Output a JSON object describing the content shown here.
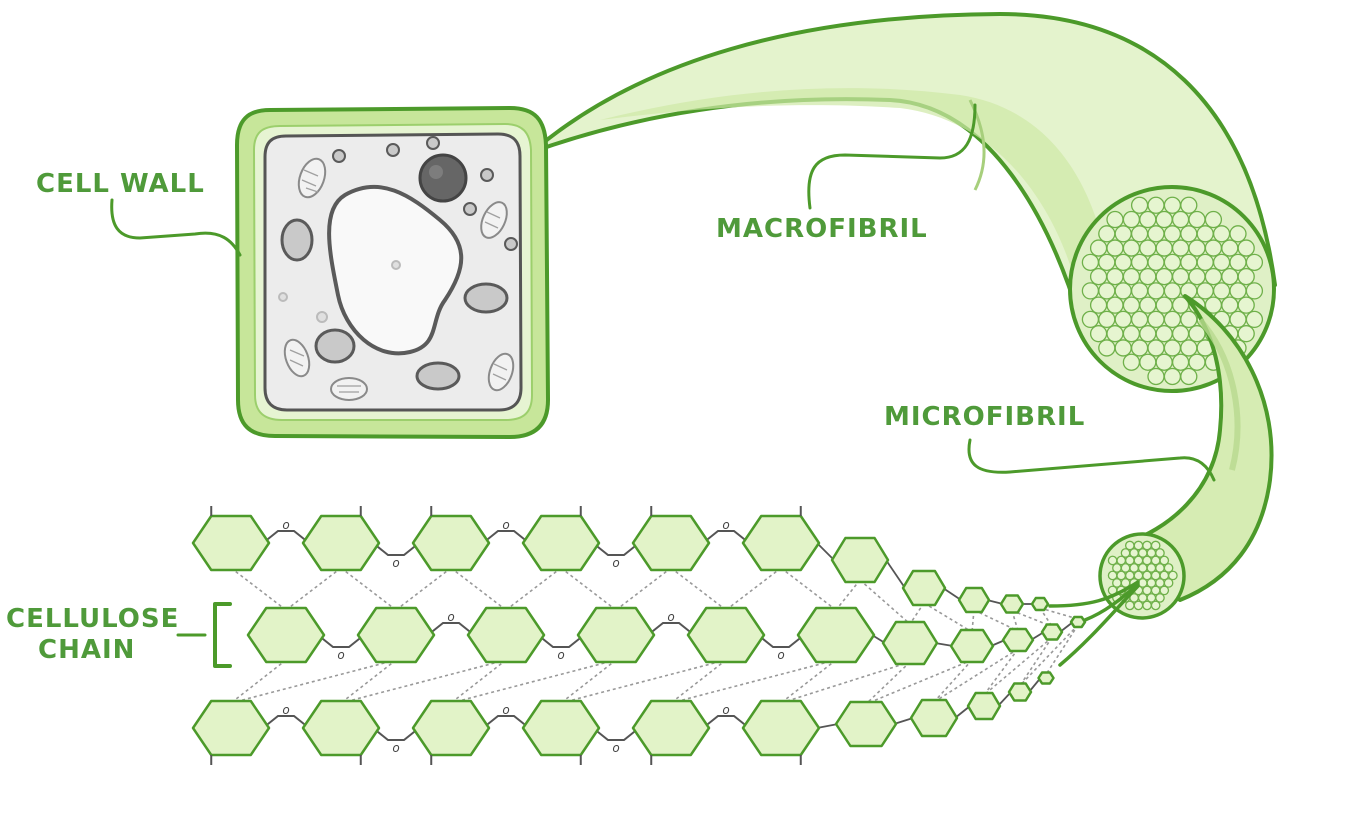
{
  "labels": {
    "cell_wall": "CELL WALL",
    "macrofibril": "MACROFIBRIL",
    "microfibril": "MICROFIBRIL",
    "cellulose_line1": "CELLULOSE",
    "cellulose_line2": "CHAIN"
  },
  "linkage_symbol": "o",
  "colors": {
    "label_green": "#4f9a3a",
    "outline_green": "#4c9a2a",
    "fill_light": "#e2f3c8",
    "fill_mid": "#cfe8a6",
    "cell_inner": "#ececec",
    "organelle_grey": "#c9c9c9",
    "dark_grey": "#5a5a5a"
  },
  "icons": {
    "cell": "plant-cell-icon",
    "fibre": "fibre-bundle-icon"
  }
}
